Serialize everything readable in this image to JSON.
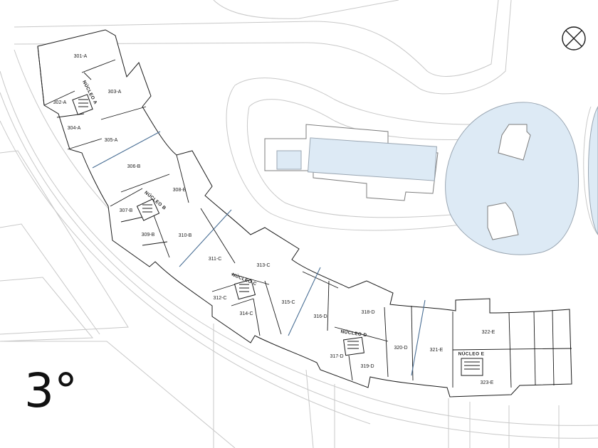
{
  "floor_label": "3°",
  "north_symbol": "north-arrow-icon",
  "colors": {
    "water": "#ddeaf5",
    "walls": "#1a1a1a",
    "site_lines": "#c8c8c8",
    "unit_dividers_accent": "#4a6f95"
  },
  "cores": [
    {
      "id": "A",
      "label": "NÚCLEO A"
    },
    {
      "id": "B",
      "label": "NÚCLEO B"
    },
    {
      "id": "C",
      "label": "NÚCLEO C"
    },
    {
      "id": "D",
      "label": "NÚCLEO D"
    },
    {
      "id": "E",
      "label": "NÚCLEO E"
    }
  ],
  "units": [
    "301-A",
    "302-A",
    "303-A",
    "304-A",
    "305-A",
    "306-B",
    "307-B",
    "308-B",
    "309-B",
    "310-B",
    "311-C",
    "312-C",
    "313-C",
    "314-C",
    "315-C",
    "316-D",
    "317-D",
    "318-D",
    "319-D",
    "320-D",
    "321-E",
    "322-E",
    "323-E"
  ]
}
